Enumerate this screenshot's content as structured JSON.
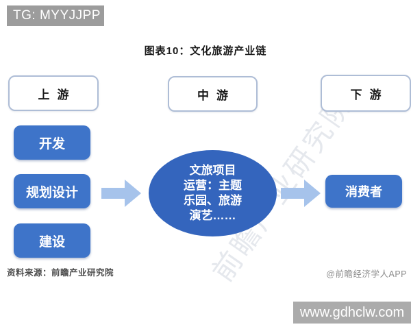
{
  "title": "图表10：文化旅游产业链",
  "tag_overlay": {
    "text": "TG: MYYJJPP"
  },
  "url_overlay": {
    "text": "www.gdhclw.com"
  },
  "stages": {
    "upstream": "上游",
    "midstream": "中游",
    "downstream": "下游"
  },
  "upstream_items": [
    "开发",
    "规划设计",
    "建设"
  ],
  "ellipse_lines": [
    "文旅项目",
    "运营：主题",
    "乐园、旅游",
    "演艺……"
  ],
  "downstream_box": {
    "label": "消费者"
  },
  "watermark": {
    "text": "前瞻产业研究院"
  },
  "footer": {
    "source": "资料来源：前瞻产业研究院",
    "credit": "@前瞻经济学人APP"
  },
  "colors": {
    "item_blue": "#3e74c9",
    "ellipse_blue": "#3465bd",
    "arrow_light_blue": "#a6c3eb",
    "stage_border": "#aebdd6",
    "tag_gray": "#9c9c9c",
    "url_bar_gray": "#ababab"
  }
}
